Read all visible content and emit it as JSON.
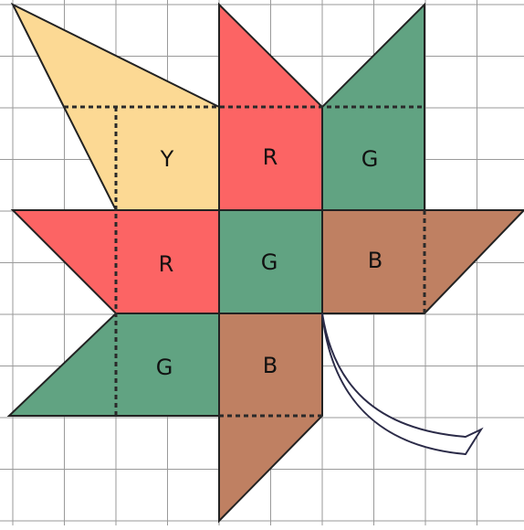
{
  "colors": {
    "background": "#ffffff",
    "grid": "#9a9a9a",
    "outline": "#222222",
    "yellow": "#fcd994",
    "red": "#fc6464",
    "green": "#61a382",
    "brown": "#bf8062",
    "stem": "#2b2b48"
  },
  "labels": {
    "yellow_top": "Y",
    "red_top": "R",
    "green_top": "G",
    "red_mid": "R",
    "green_mid": "G",
    "brown_mid": "B",
    "green_bottom": "G",
    "brown_bottom": "B"
  }
}
